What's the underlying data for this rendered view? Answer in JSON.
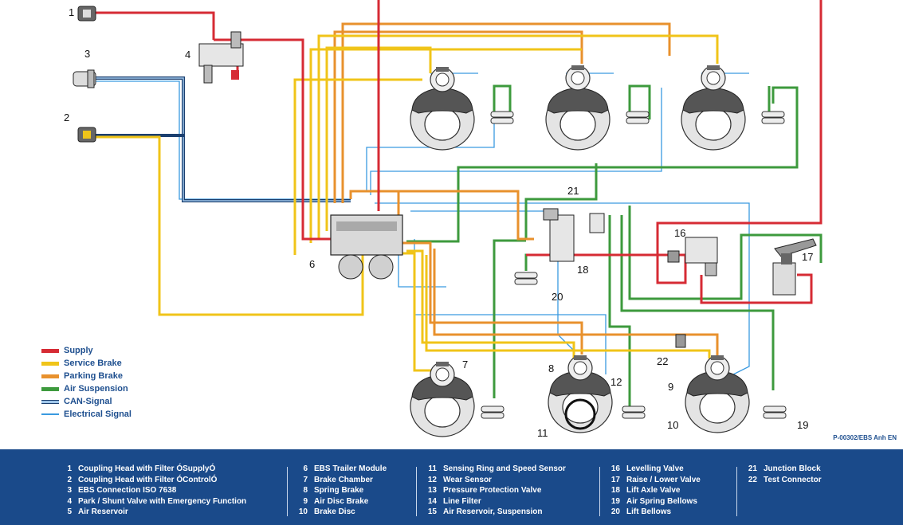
{
  "legend": [
    {
      "label": "Supply",
      "color": "#d62b34",
      "style": "thick"
    },
    {
      "label": "Service Brake",
      "color": "#f0c419",
      "style": "thick"
    },
    {
      "label": "Parking Brake",
      "color": "#e8912d",
      "style": "thick"
    },
    {
      "label": "Air Suspension",
      "color": "#3d9a3d",
      "style": "thick"
    },
    {
      "label": "CAN-Signal",
      "color": "#1b3f6f",
      "style": "can"
    },
    {
      "label": "Electrical Signal",
      "color": "#3a9ae0",
      "style": "thin"
    }
  ],
  "labels": {
    "n1": "1",
    "n2": "2",
    "n3": "3",
    "n4": "4",
    "n6": "6",
    "n7": "7",
    "n8": "8",
    "n9": "9",
    "n10": "10",
    "n11": "11",
    "n12": "12",
    "n16": "16",
    "n17": "17",
    "n18": "18",
    "n19": "19",
    "n20": "20",
    "n21": "21",
    "n22": "22"
  },
  "reference_code": "P-00302/EBS Anh EN",
  "key": {
    "col1": [
      {
        "num": "1",
        "text": "Coupling Head with Filter ÓSupplyÓ"
      },
      {
        "num": "2",
        "text": "Coupling Head with Filter ÓControlÓ"
      },
      {
        "num": "3",
        "text": "EBS Connection ISO 7638"
      },
      {
        "num": "4",
        "text": "Park / Shunt Valve with Emergency Function"
      },
      {
        "num": "5",
        "text": "Air Reservoir"
      }
    ],
    "col2": [
      {
        "num": "6",
        "text": "EBS Trailer Module"
      },
      {
        "num": "7",
        "text": "Brake Chamber"
      },
      {
        "num": "8",
        "text": "Spring Brake"
      },
      {
        "num": "9",
        "text": "Air Disc Brake"
      },
      {
        "num": "10",
        "text": "Brake Disc"
      }
    ],
    "col3": [
      {
        "num": "11",
        "text": "Sensing Ring and Speed Sensor"
      },
      {
        "num": "12",
        "text": "Wear Sensor"
      },
      {
        "num": "13",
        "text": "Pressure Protection Valve"
      },
      {
        "num": "14",
        "text": "Line Filter"
      },
      {
        "num": "15",
        "text": "Air Reservoir, Suspension"
      }
    ],
    "col4": [
      {
        "num": "16",
        "text": "Levelling Valve"
      },
      {
        "num": "17",
        "text": "Raise / Lower Valve"
      },
      {
        "num": "18",
        "text": "Lift Axle Valve"
      },
      {
        "num": "19",
        "text": "Air Spring Bellows"
      },
      {
        "num": "20",
        "text": "Lift Bellows"
      }
    ],
    "col5": [
      {
        "num": "21",
        "text": "Junction Block"
      },
      {
        "num": "22",
        "text": "Test Connector"
      }
    ]
  }
}
